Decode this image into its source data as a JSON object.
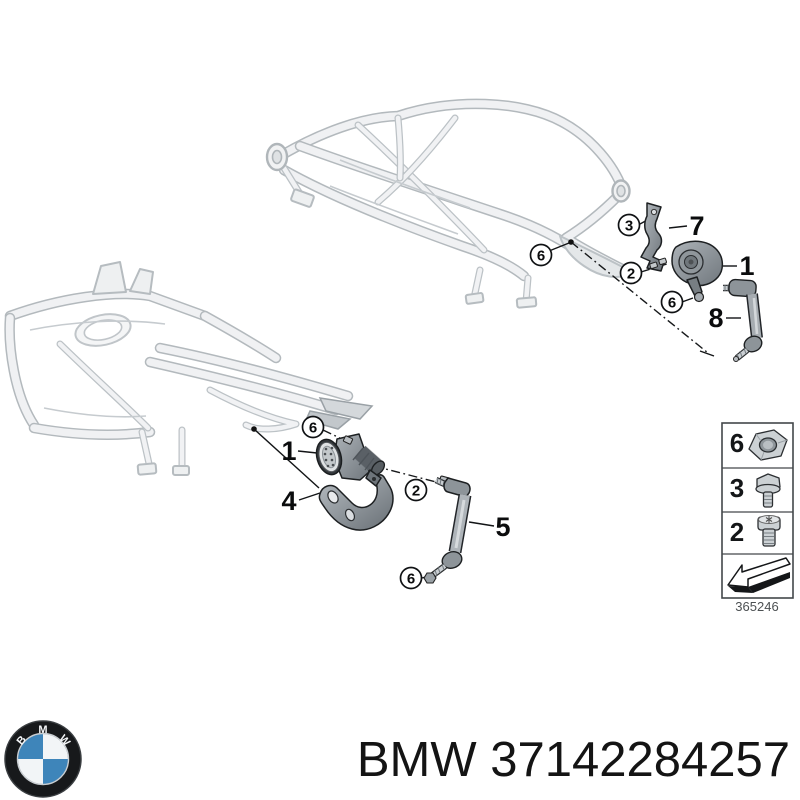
{
  "page": {
    "background": "#ffffff"
  },
  "diagram": {
    "description": "BMW height / ride-level sensor mounting on front and rear axle carriers, exploded view",
    "callouts": [
      {
        "label": "6",
        "style": "circled",
        "area": "rear-subframe-mount"
      },
      {
        "label": "3",
        "style": "circled",
        "area": "rear-bracket-bolt"
      },
      {
        "label": "7",
        "style": "plain",
        "area": "rear-bracket"
      },
      {
        "label": "2",
        "style": "circled",
        "area": "rear-sensor-screws"
      },
      {
        "label": "1",
        "style": "plain",
        "area": "rear-sensor"
      },
      {
        "label": "6",
        "style": "circled",
        "area": "rear-sensor-ball-stud"
      },
      {
        "label": "8",
        "style": "plain",
        "area": "rear-link-rod"
      },
      {
        "label": "6",
        "style": "circled",
        "area": "front-sensor-screw"
      },
      {
        "label": "1",
        "style": "plain",
        "area": "front-sensor"
      },
      {
        "label": "4",
        "style": "plain",
        "area": "front-bracket"
      },
      {
        "label": "2",
        "style": "circled",
        "area": "front-sensor-screws"
      },
      {
        "label": "5",
        "style": "plain",
        "area": "front-link-rod"
      },
      {
        "label": "6",
        "style": "circled",
        "area": "front-rod-bolt"
      }
    ],
    "colors": {
      "frame_line": "#b3b9bd",
      "frame_fill": "#f0f1f3",
      "part_dark": "#6e757b",
      "part_mid": "#9aa1a6",
      "part_light": "#c9ced2",
      "line": "#121416"
    }
  },
  "legend": {
    "rows": [
      {
        "number": "6",
        "icon": "hex-nut"
      },
      {
        "number": "3",
        "icon": "hex-flange-bolt"
      },
      {
        "number": "2",
        "icon": "socket-head-screw"
      },
      {
        "number": "",
        "icon": "install-direction-arrow"
      }
    ],
    "code": "365246"
  },
  "footer": {
    "part_text": "BMW 37142284257",
    "logo_letters": [
      "B",
      "M",
      "W"
    ]
  }
}
